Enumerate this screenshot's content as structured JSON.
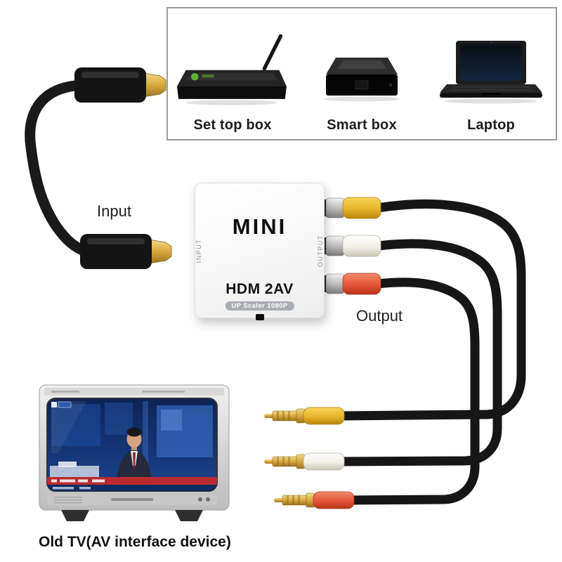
{
  "devices_panel": {
    "items": [
      {
        "label": "Set top box"
      },
      {
        "label": "Smart box"
      },
      {
        "label": "Laptop"
      }
    ]
  },
  "converter": {
    "brand": "MINI",
    "model": "HDM 2AV",
    "scaler_badge": "UP Scaler 1080P",
    "left_side_label": "INPUT",
    "right_side_label": "OUTPUT"
  },
  "annotations": {
    "input": "Input",
    "output": "Output",
    "tv_caption": "Old TV(AV interface device)"
  },
  "colors": {
    "rca_yellow": "#e7b429",
    "rca_white": "#f1efe6",
    "rca_red": "#e4543a",
    "cable_black": "#161616",
    "connector_gold": "#d8a93c",
    "panel_border": "#9b9b9b"
  }
}
